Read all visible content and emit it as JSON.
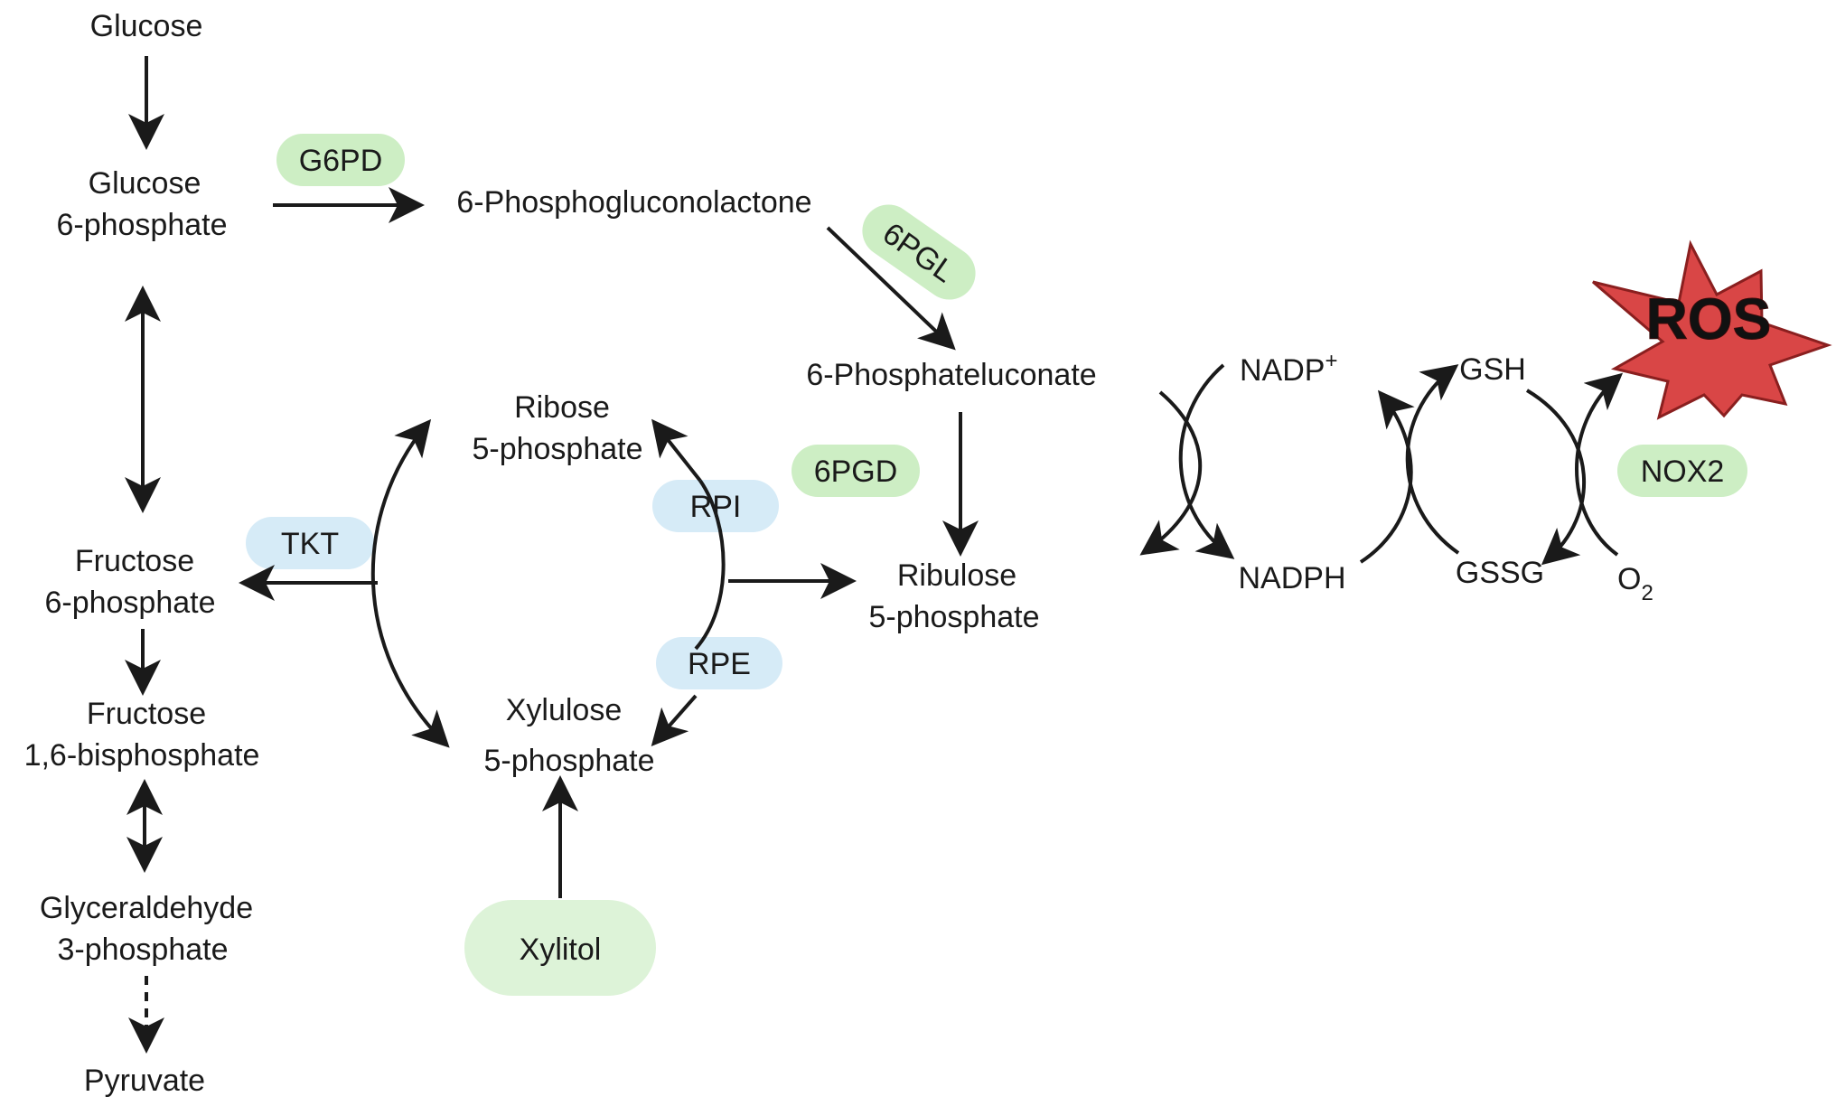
{
  "metabolites": {
    "glucose": "Glucose",
    "g6p_line1": "Glucose",
    "g6p_line2": "6-phosphate",
    "phosphogluconolactone": "6-Phosphogluconolactone",
    "phosphogluconate": "6-Phosphateluconate",
    "ribose_line1": "Ribose",
    "ribose_line2": "5-phosphate",
    "ribulose_line1": "Ribulose",
    "ribulose_line2": "5-phosphate",
    "f6p_line1": "Fructose",
    "f6p_line2": "6-phosphate",
    "fbp_line1": "Fructose",
    "fbp_line2": "1,6-bisphosphate",
    "xylulose_line1": "Xylulose",
    "xylulose_line2": "5-phosphate",
    "g3p_line1": "Glyceraldehyde",
    "g3p_line2": "3-phosphate",
    "pyruvate": "Pyruvate",
    "nadp_base": "NADP",
    "nadp_sup": "+",
    "nadph": "NADPH",
    "gsh": "GSH",
    "gssg": "GSSG",
    "o2_base": "O",
    "o2_sub": "2"
  },
  "enzymes": {
    "g6pd": "G6PD",
    "pgl": "6PGL",
    "pgd": "6PGD",
    "rpi": "RPI",
    "rpe": "RPE",
    "tkt": "TKT",
    "nox2": "NOX2",
    "xylitol": "Xylitol"
  },
  "ros": "ROS",
  "colors": {
    "green_pill": "#cdeec4",
    "blue_pill": "#d6ebf7",
    "xylitol_pill": "#ddf3d8",
    "ros_fill": "#d94646",
    "ros_stroke": "#8a1f1f",
    "arrow": "#1a1a1a"
  }
}
